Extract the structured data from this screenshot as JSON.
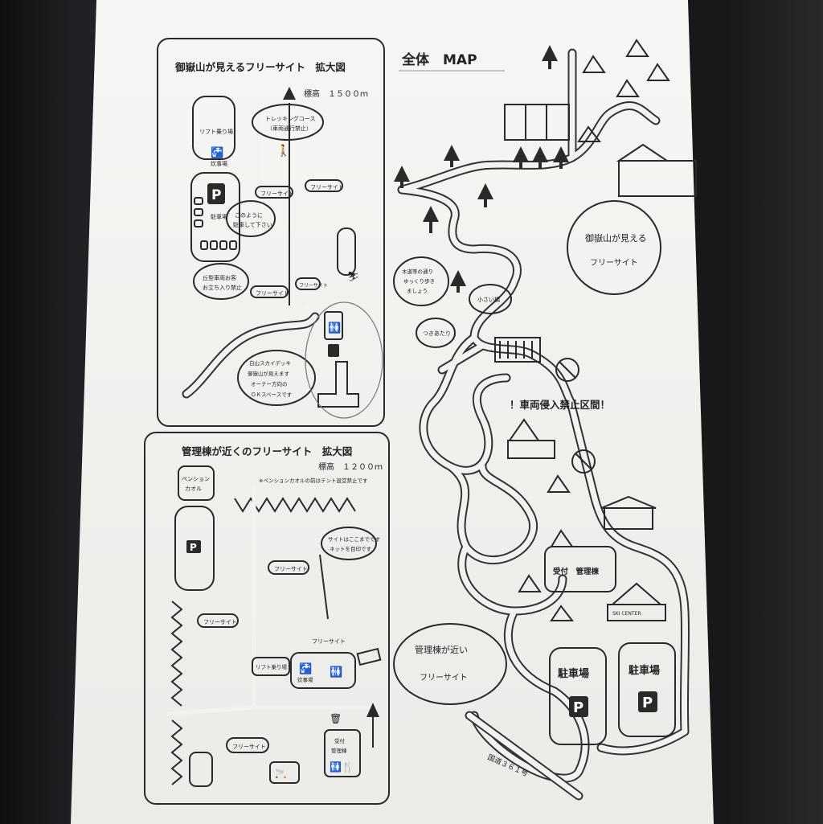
{
  "map": {
    "title": "全体　MAP",
    "warning": "！車両侵入禁止区間！",
    "route": "国道３６１号",
    "labels": {
      "ontake_free_site": "御嶽山が見える",
      "ontake_free_site_2": "フリーサイト",
      "kanri_free_site": "管理棟が近い",
      "kanri_free_site_2": "フリーサイト",
      "reception": "受付　管理棟",
      "ski_center": "SKI CENTER",
      "parking1": "駐車場",
      "parking2": "駐車場",
      "parking_mark": "P",
      "bridge": "小さい橋",
      "spring": "つきあたり",
      "walk_note_1": "木道等の通り",
      "walk_note_2": "ゆっくり歩き",
      "walk_note_3": "ましょう"
    }
  },
  "panel_top": {
    "title": "御嶽山が見えるフリーサイト　拡大図",
    "elevation": "標高　１５００ｍ",
    "trekking_1": "トレッキングコース",
    "trekking_2": "（車両通行禁止）",
    "free_site": "フリーサイト",
    "free_site_short": "フリーサイト",
    "lift": "リフト乗り場",
    "water": "炊事場",
    "parking_mark": "P",
    "parking_note": "駐車場",
    "bubble_1": "このように",
    "bubble_2": "駐車して下さい",
    "car_note_1": "丘型車両お客",
    "car_note_2": "お立ち入り禁止",
    "deck_1": "白山スカイデッキ",
    "deck_2": "御嶽山が見えます",
    "deck_3": "オーナー方向の",
    "deck_4": "ＯＫスペースです",
    "toilet": "トイレ"
  },
  "panel_bottom": {
    "title": "管理棟が近くのフリーサイト　拡大図",
    "elevation": "標高　１２００ｍ",
    "pension_1": "ペンション",
    "pension_2": "カオル",
    "pension_note": "※ペンションカオルの前はテント設営禁止です",
    "parking_mark": "P",
    "bubble_1": "サイトはここまでです",
    "bubble_2": "ネットを目印です",
    "free_site": "フリーサイト",
    "free_site_label": "フリーサイト",
    "lift": "リフト乗り場",
    "water": "炊事場",
    "kanri": "管理棟",
    "reception": "受付"
  },
  "colors": {
    "ink": "#2a2a2a",
    "paper": "#f2f2ef",
    "seat": "#1c1c1e"
  }
}
